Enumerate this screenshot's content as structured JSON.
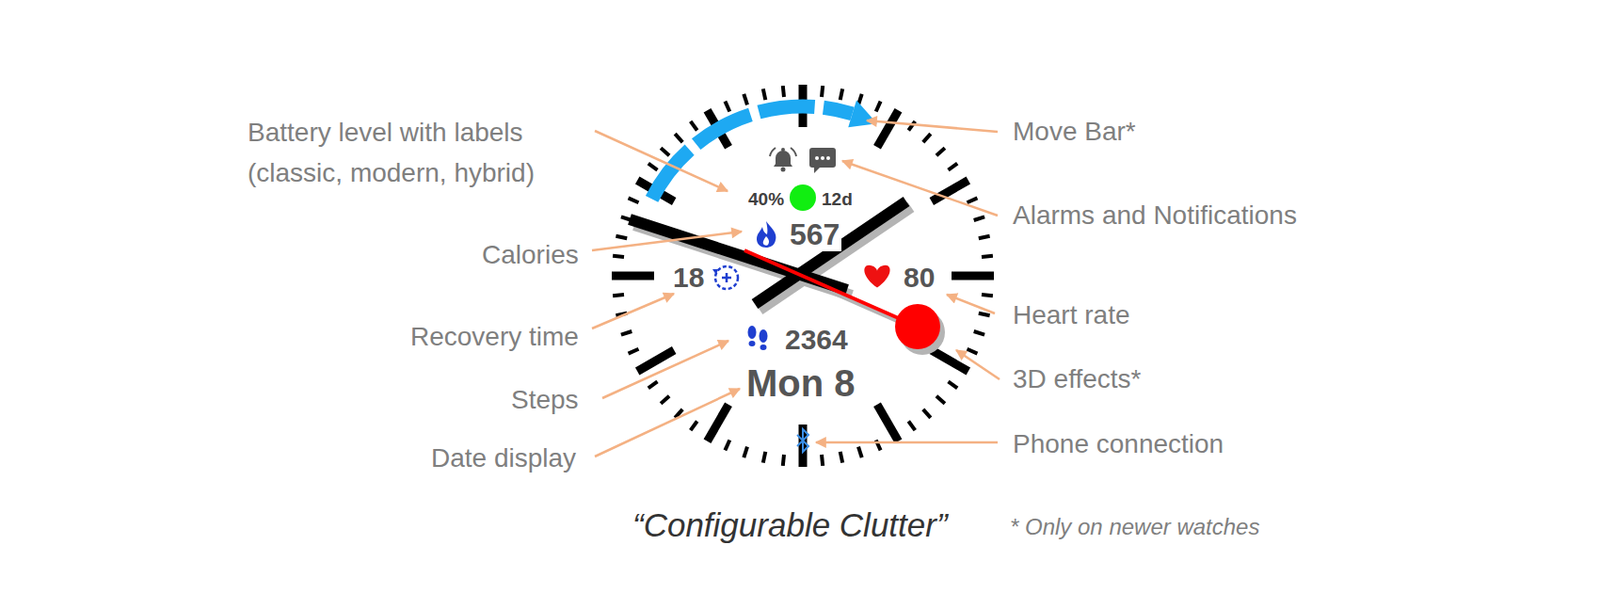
{
  "diagram": {
    "caption": "“Configurable Clutter”",
    "labels": [
      "Battery level with labels (classic, modern, hybrid)",
      "Move Bar*",
      "40%",
      "12d",
      "Alarms and Notifications",
      "Calories",
      "567",
      "18",
      "80",
      "Heart rate",
      "Recovery time",
      "3D effects*",
      "2364",
      "Steps",
      "Mon 8",
      "Date display",
      "Phone connection",
      "* Only on newer watches"
    ]
  }
}
